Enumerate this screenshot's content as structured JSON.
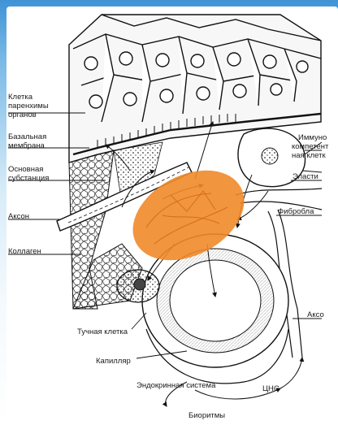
{
  "labels": {
    "parenchyma_cell": [
      "Клетка",
      "паренхимы",
      "органов"
    ],
    "basal_membrane": [
      "Базальная",
      "мембрана"
    ],
    "ground_substance": [
      "Основная",
      "субстанция"
    ],
    "axon_left": "Аксон",
    "collagen": "Коллаген",
    "immune_cell": [
      "Иммуно",
      "компетент",
      "ная клетк"
    ],
    "elastin": "Эласти",
    "fibroblast": "Фибробла",
    "axon_right": "Аксо",
    "mast_cell": "Тучная клетка",
    "capillary": "Капилляр",
    "endocrine_system": "Эндокринная система",
    "cns": "ЦНС",
    "biorhythms": "Биоритмы"
  },
  "colors": {
    "highlight": "#f08a2a",
    "ink": "#1a1a1a",
    "background_top": "#3f93d6"
  }
}
